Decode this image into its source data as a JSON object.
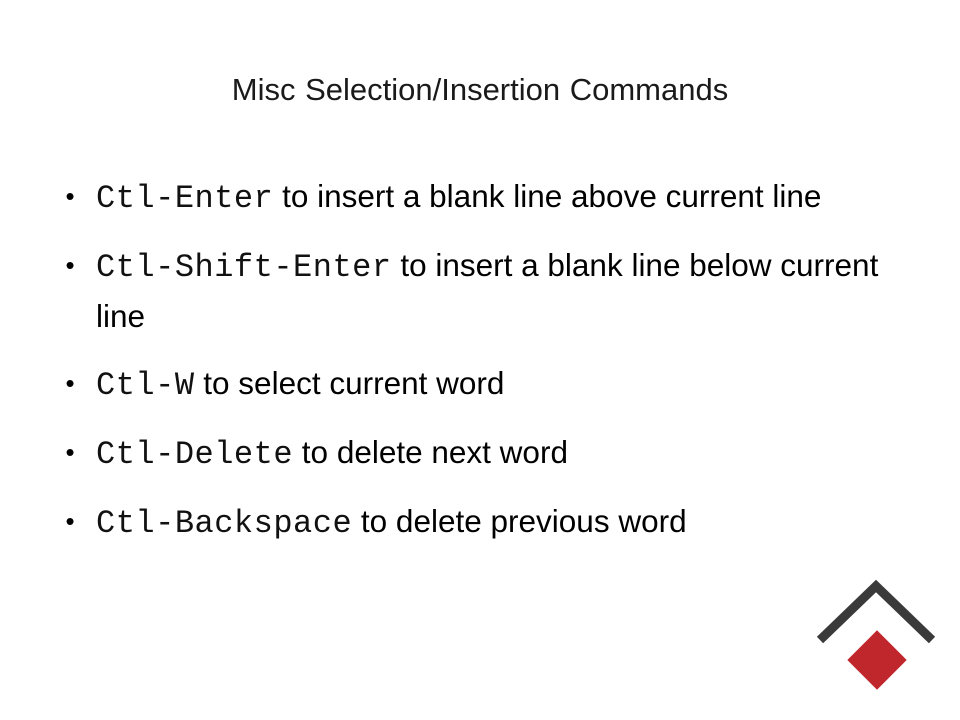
{
  "slide": {
    "title": "Misc Selection/Insertion  Commands",
    "bullet_glyph": "•",
    "items": [
      {
        "command": "Ctl-Enter",
        "description": "to insert a blank line above current line"
      },
      {
        "command": "Ctl-Shift-Enter",
        "description": "to insert a blank line below current line"
      },
      {
        "command": "Ctl-W",
        "description": "to select current word"
      },
      {
        "command": "Ctl-Delete",
        "description": "to delete next word"
      },
      {
        "command": "Ctl-Backspace",
        "description": "to delete previous word"
      }
    ]
  },
  "logo": {
    "icon": "chevron-diamond-logo-icon",
    "chevron_color": "#3a3a3a",
    "diamond_color": "#c0272d"
  }
}
